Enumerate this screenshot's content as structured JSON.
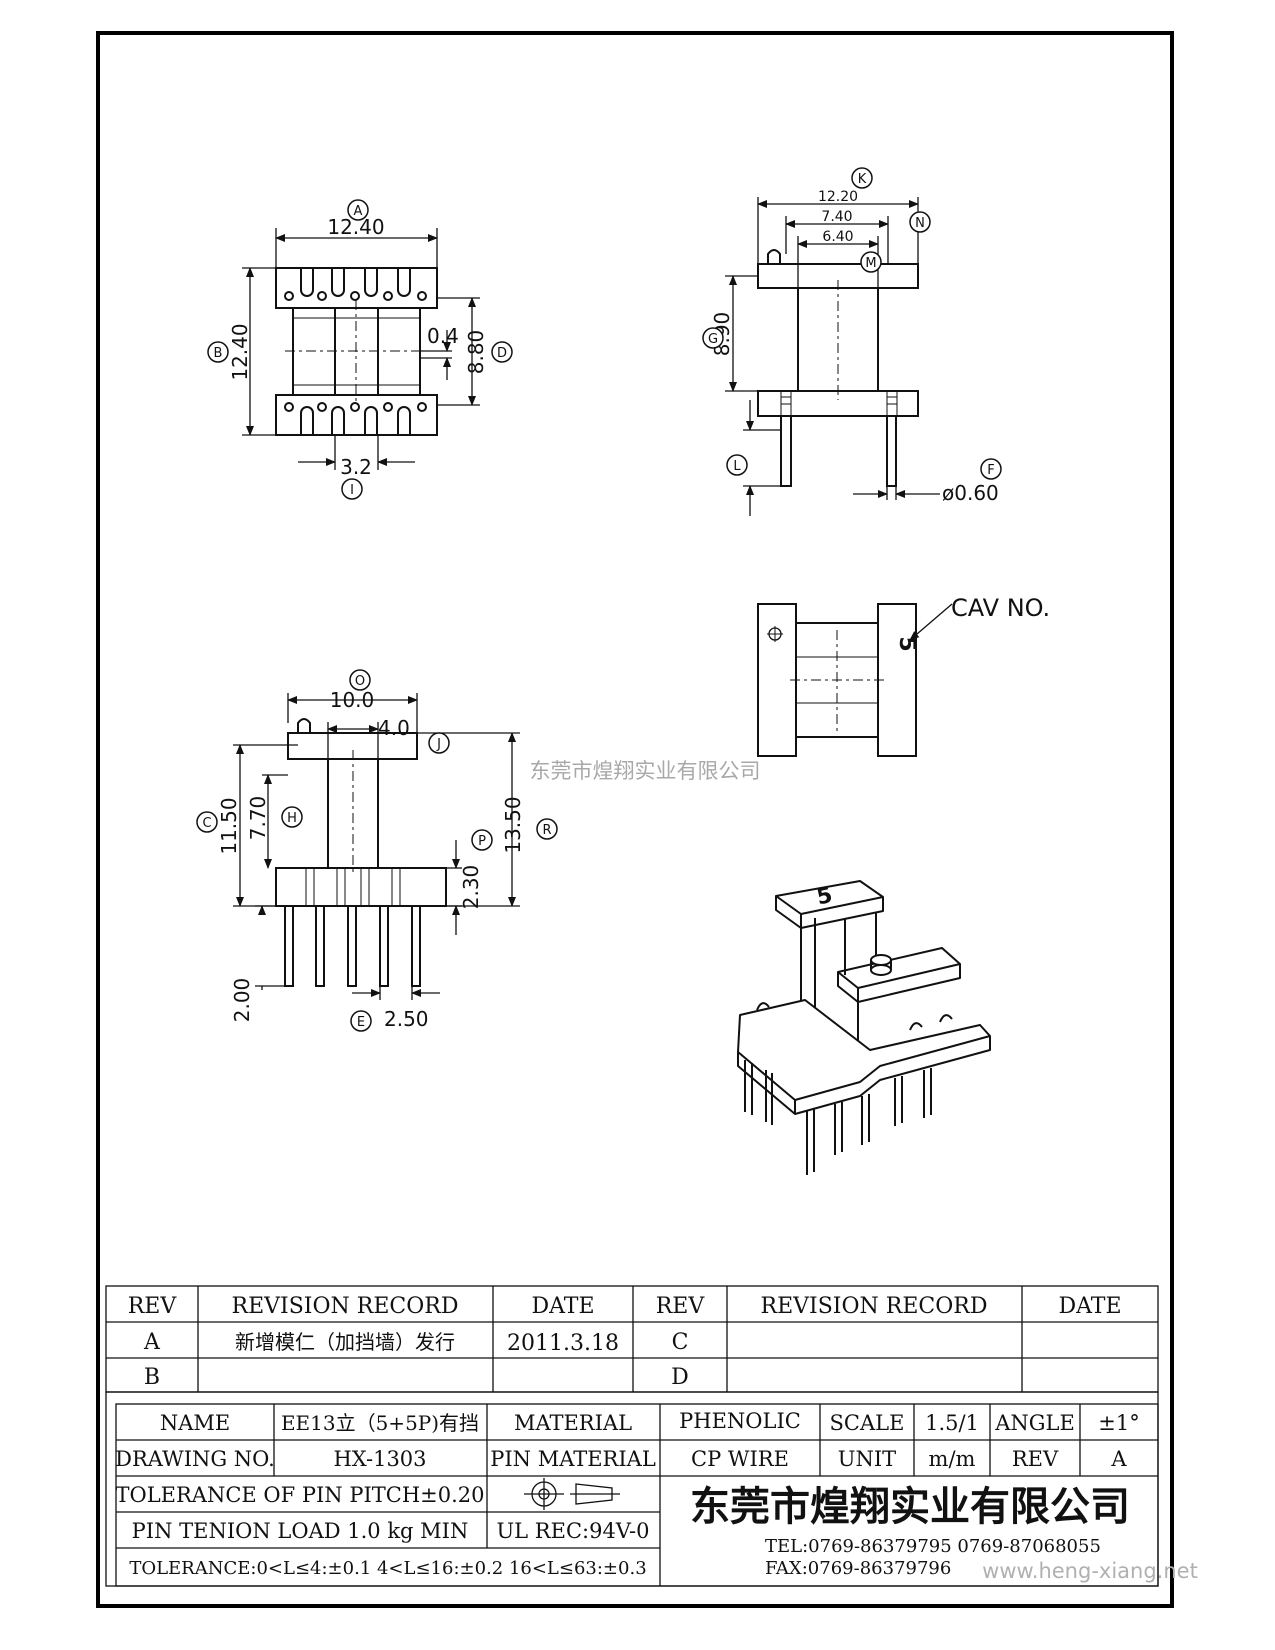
{
  "drawing": {
    "dims": {
      "A_value": "12.40",
      "B_value": "12.40",
      "D_value": "8.80",
      "gap_value": "0.4",
      "I_value": "3.2",
      "K_value": "12.20",
      "N_value": "7.40",
      "M_value": "6.40",
      "G_value": "8.90",
      "F_value": "ø0.60",
      "O_value": "10.0",
      "J_value": "4.0",
      "C_value": "11.50",
      "H_value": "7.70",
      "P_value": "2.30",
      "R_value": "13.50",
      "pin_value": "2.00",
      "E_value": "2.50"
    },
    "letters": {
      "A": "A",
      "B": "B",
      "D": "D",
      "I": "I",
      "K": "K",
      "N": "N",
      "M": "M",
      "G": "G",
      "L": "L",
      "F": "F",
      "O": "O",
      "J": "J",
      "C": "C",
      "H": "H",
      "P": "P",
      "R": "R",
      "E": "E"
    },
    "cav_label": "CAV NO.",
    "cav_number": "5",
    "iso_number": "5",
    "watermark_center": "东莞市煌翔实业有限公司",
    "watermark_corner": "www.heng-xiang.net"
  },
  "revision_table": {
    "headers": [
      "REV",
      "REVISION RECORD",
      "DATE",
      "REV",
      "REVISION RECORD",
      "DATE"
    ],
    "rows": [
      [
        "A",
        "新增模仁（加挡墙）发行",
        "2011.3.18",
        "C",
        "",
        ""
      ],
      [
        "B",
        "",
        "",
        "D",
        "",
        ""
      ]
    ]
  },
  "title_block": {
    "name_label": "NAME",
    "name_value": "EE13立（5+5P)有挡",
    "material_label": "MATERIAL",
    "material_value": "PHENOLIC",
    "scale_label": "SCALE",
    "scale_value": "1.5/1",
    "angle_label": "ANGLE",
    "angle_value": "±1°",
    "drawing_no_label": "DRAWING NO.",
    "drawing_no_value": "HX-1303",
    "pin_material_label": "PIN MATERIAL",
    "pin_material_value": "CP WIRE",
    "unit_label": "UNIT",
    "unit_value": "m/m",
    "rev_label": "REV",
    "rev_value": "A",
    "tol_pitch": "TOLERANCE OF PIN PITCH±0.20",
    "pin_tenion": "PIN TENION LOAD 1.0   kg MIN",
    "ul_rec": "UL REC:94V-0",
    "tolerance": "TOLERANCE:0<L≤4:±0.1  4<L≤16:±0.2   16<L≤63:±0.3",
    "company": "东莞市煌翔实业有限公司",
    "tel": "TEL:0769-86379795    0769-87068055",
    "fax": "FAX:0769-86379796"
  }
}
